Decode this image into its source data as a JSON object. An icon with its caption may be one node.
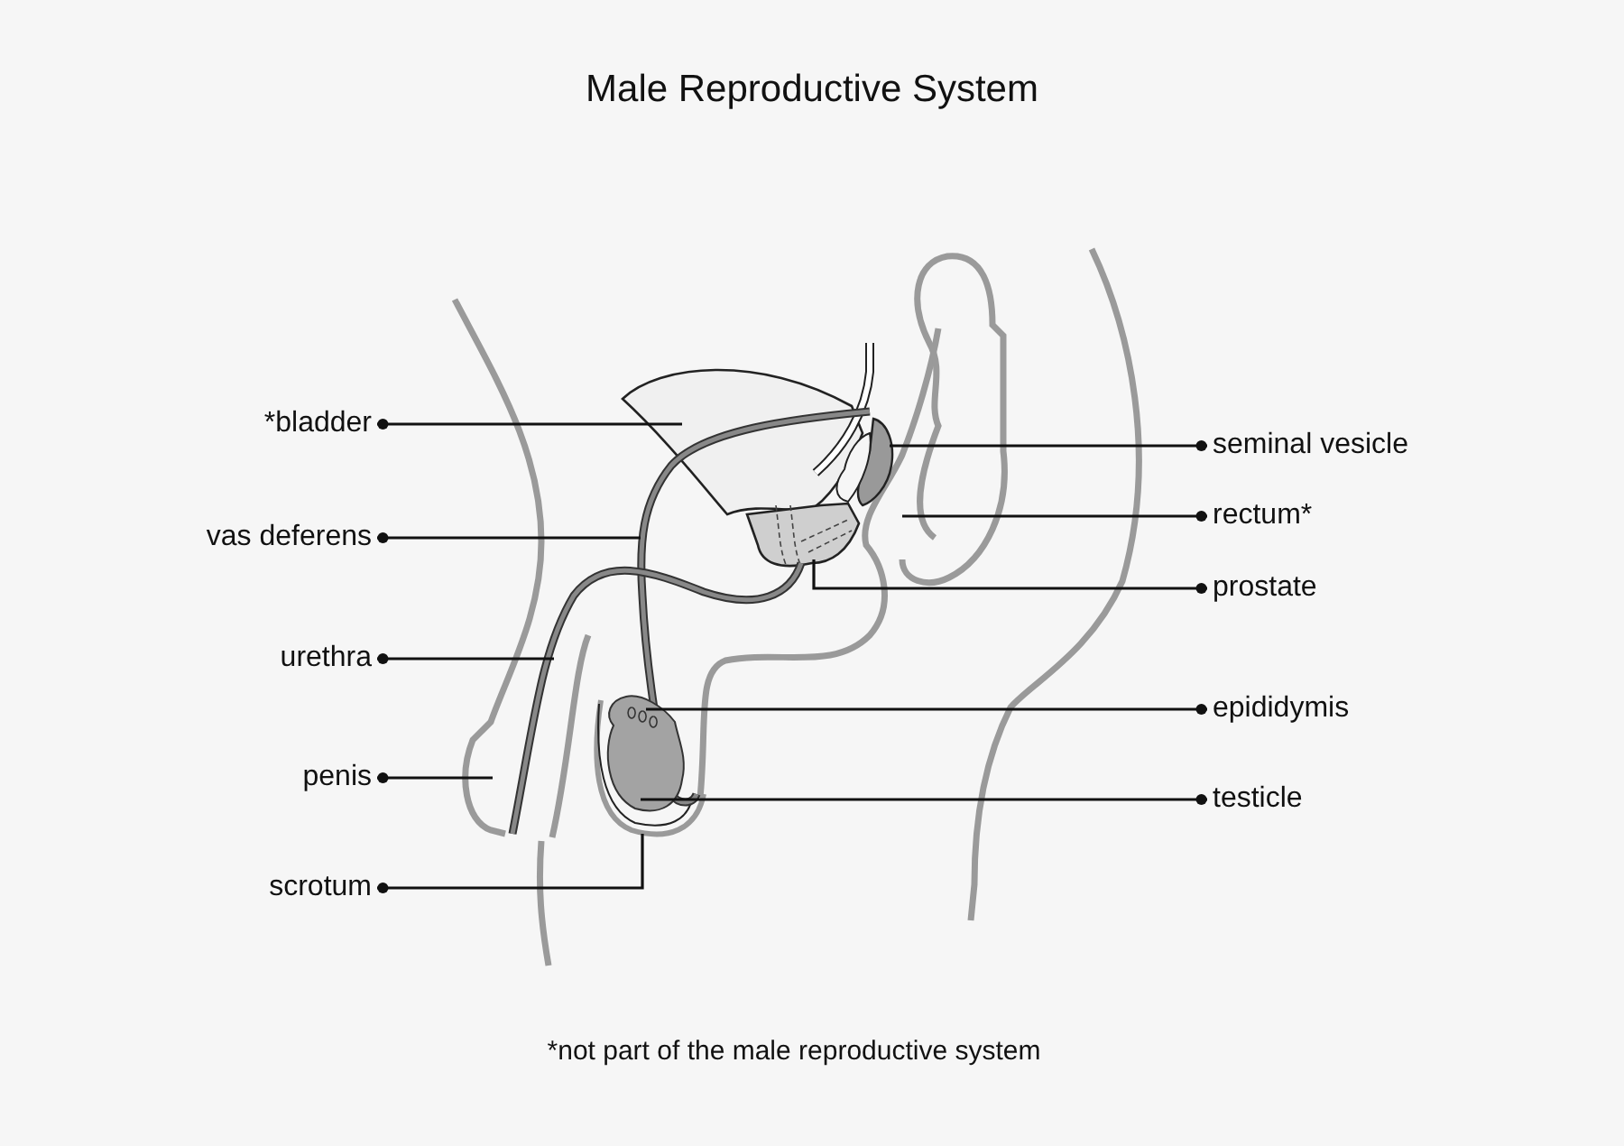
{
  "diagram": {
    "title": "Male Reproductive System",
    "caption": "*not part of the male reproductive system",
    "nodes": [
      {
        "text": [
          "*bladder"
        ]
      },
      {
        "text": [
          "vas deferens"
        ]
      },
      {
        "text": [
          "urethra"
        ]
      },
      {
        "text": [
          "penis"
        ]
      },
      {
        "text": [
          "scrotum"
        ]
      },
      {
        "text": [
          "seminal vesicle"
        ]
      },
      {
        "text": [
          "rectum*"
        ]
      },
      {
        "text": [
          "prostate"
        ]
      },
      {
        "text": [
          "epididymis"
        ]
      },
      {
        "text": [
          "testicle"
        ]
      }
    ],
    "edges": [
      {
        "from": 0,
        "to": null,
        "arrow": "other"
      },
      {
        "from": 1,
        "to": null,
        "arrow": "other"
      },
      {
        "from": 2,
        "to": null,
        "arrow": "other"
      },
      {
        "from": 3,
        "to": null,
        "arrow": "other"
      },
      {
        "from": 4,
        "to": null,
        "arrow": "other"
      },
      {
        "from": 5,
        "to": null,
        "arrow": "other"
      },
      {
        "from": 6,
        "to": null,
        "arrow": "other"
      },
      {
        "from": 7,
        "to": null,
        "arrow": "other"
      },
      {
        "from": 8,
        "to": null,
        "arrow": "other"
      },
      {
        "from": 9,
        "to": null,
        "arrow": "other"
      }
    ]
  }
}
